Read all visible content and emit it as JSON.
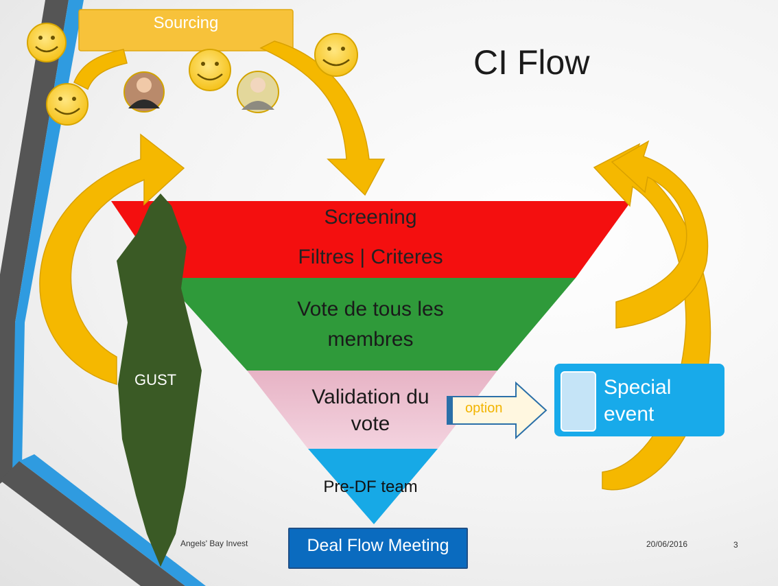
{
  "slide": {
    "title": "CI Flow",
    "sourcing_label": "Sourcing",
    "gust_label": "GUST",
    "funnel": {
      "screening_label": "Screening",
      "filters_label": "Filtres | Criteres",
      "vote_line1": "Vote de tous les",
      "vote_line2": "membres",
      "validation_line1": "Validation du",
      "validation_line2": "vote",
      "predf_label": "Pre-DF team"
    },
    "option_label": "option",
    "special_event_line1": "Special",
    "special_event_line2": "event",
    "deal_flow_label": "Deal Flow Meeting",
    "footer": {
      "organization": "Angels' Bay Invest",
      "date": "20/06/2016",
      "page_number": "3"
    }
  },
  "colors": {
    "screening": "#f40f0f",
    "vote": "#2f9a3a",
    "validation": "#e6b3c6",
    "predf": "#17a9e6",
    "gust": "#3a5a25",
    "arrow_gold": "#f5b800",
    "sourcing_box": "#f7c23a",
    "special_event_box": "#18aaea",
    "deal_flow_box": "#0a6bbf"
  },
  "icons": [
    "smiley-icon",
    "person-photo",
    "curved-arrow",
    "block-arrow"
  ]
}
